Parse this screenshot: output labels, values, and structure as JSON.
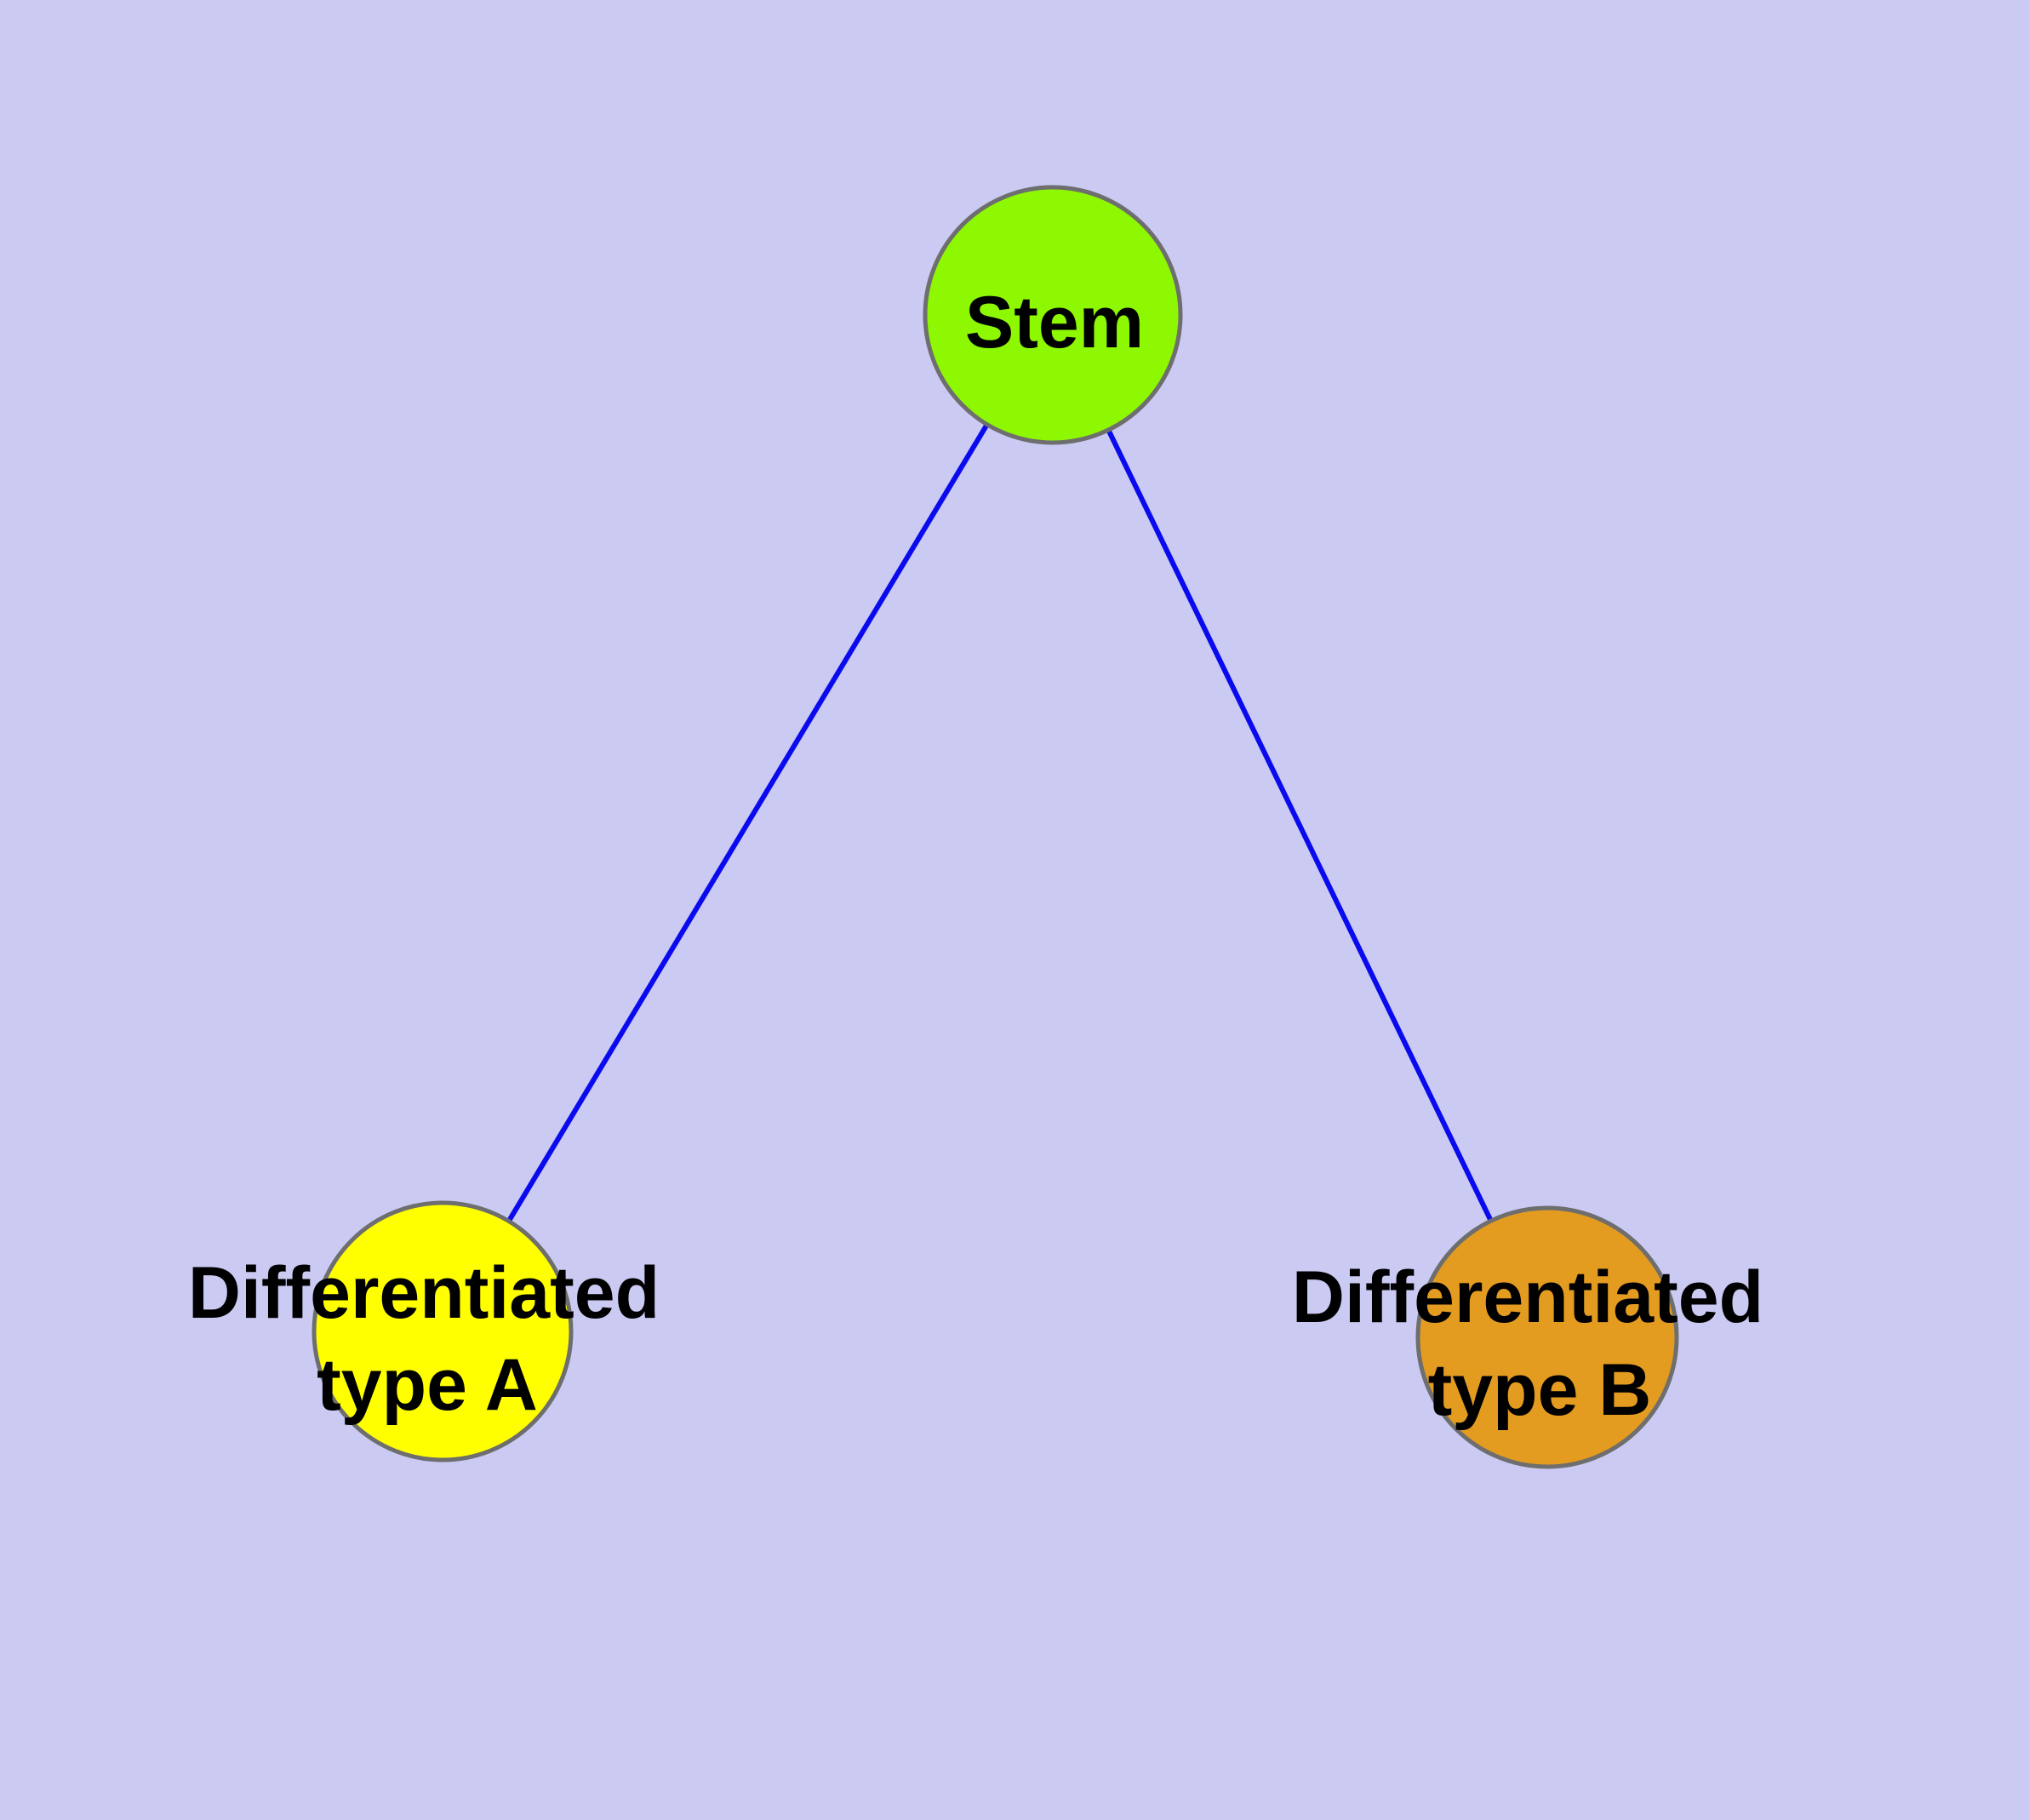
{
  "diagram": {
    "background_color": "#CACAF3",
    "edge_color": "#0A0AEE",
    "node_border_color": "#6E6E6E",
    "label_color": "#000000",
    "nodes": {
      "stem": {
        "label": "Stem",
        "fill": "#8DF802"
      },
      "diff_a": {
        "label_line1": "Differentiated",
        "label_line2": "type A",
        "fill": "#FFFF00"
      },
      "diff_b": {
        "label_line1": "Differentiated",
        "label_line2": "type B",
        "fill": "#E39B20"
      }
    },
    "edges": [
      {
        "from": "Stem",
        "to": "Differentiated type A"
      },
      {
        "from": "Stem",
        "to": "Differentiated type B"
      }
    ]
  }
}
